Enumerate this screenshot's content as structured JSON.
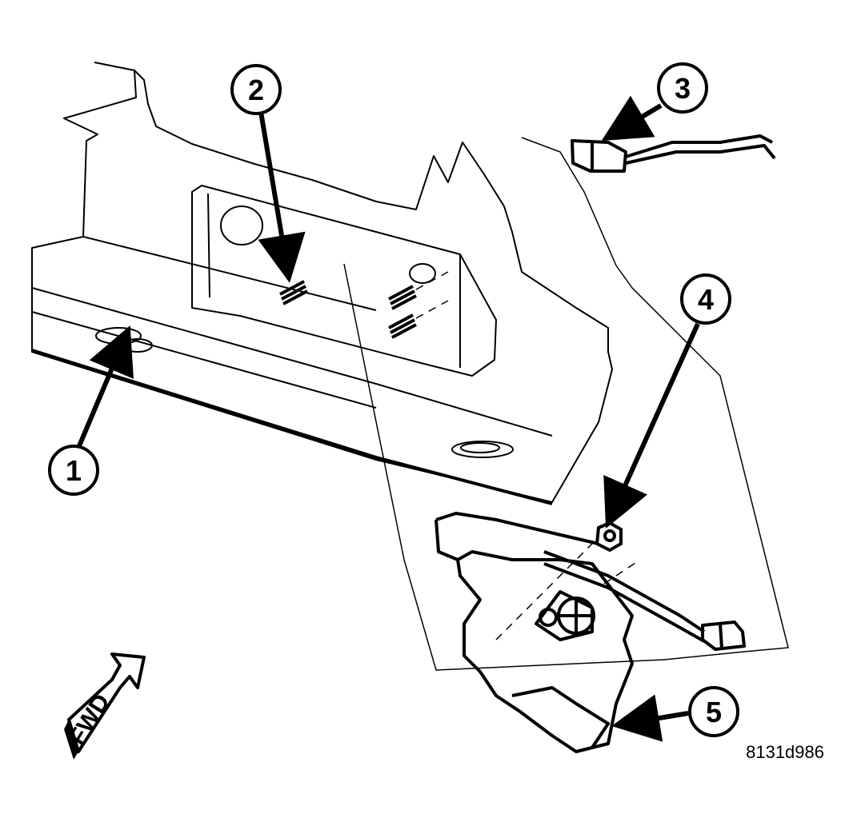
{
  "callouts": [
    {
      "id": "1",
      "label": "1"
    },
    {
      "id": "2",
      "label": "2"
    },
    {
      "id": "3",
      "label": "3"
    },
    {
      "id": "4",
      "label": "4"
    },
    {
      "id": "5",
      "label": "5"
    }
  ],
  "direction_label": "FWD",
  "figure_id": "8131d986",
  "colors": {
    "ink": "#000000",
    "paper": "#ffffff"
  }
}
